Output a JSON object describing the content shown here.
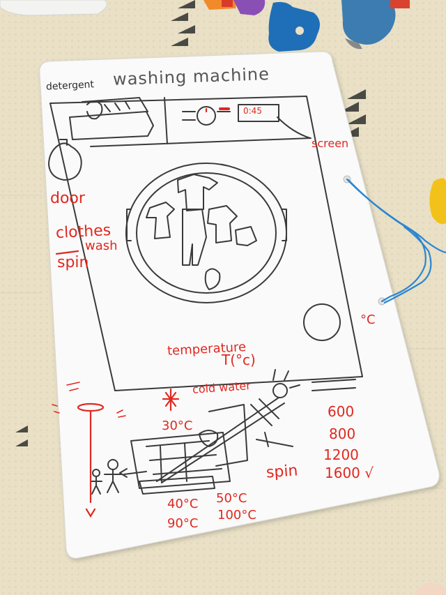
{
  "labels": {
    "title": "washing machine",
    "detergent": "detergent",
    "screen_time": "0:45",
    "screen": "screen",
    "door": "door",
    "clothes": "clothes",
    "wash": "wash",
    "spin_left": "spin",
    "celsius": "°C",
    "temperature": "temperature",
    "temperature_formula": "T(°c)",
    "cold_water": "cold water",
    "t30": "30°C",
    "t40": "40°C",
    "t50": "50°C",
    "t90": "90°C",
    "t100": "100°C",
    "spin": "spin",
    "s600": "600",
    "s800": "800",
    "s1200": "1200",
    "s1600": "1600 √"
  },
  "colors": {
    "marker_red": "#e0281f",
    "marker_black": "#3a3a3a",
    "board": "#fafafa",
    "mat": "#e9e0c6",
    "toy_blue": "#1e6fb8",
    "string_blue": "#2a86d1"
  }
}
